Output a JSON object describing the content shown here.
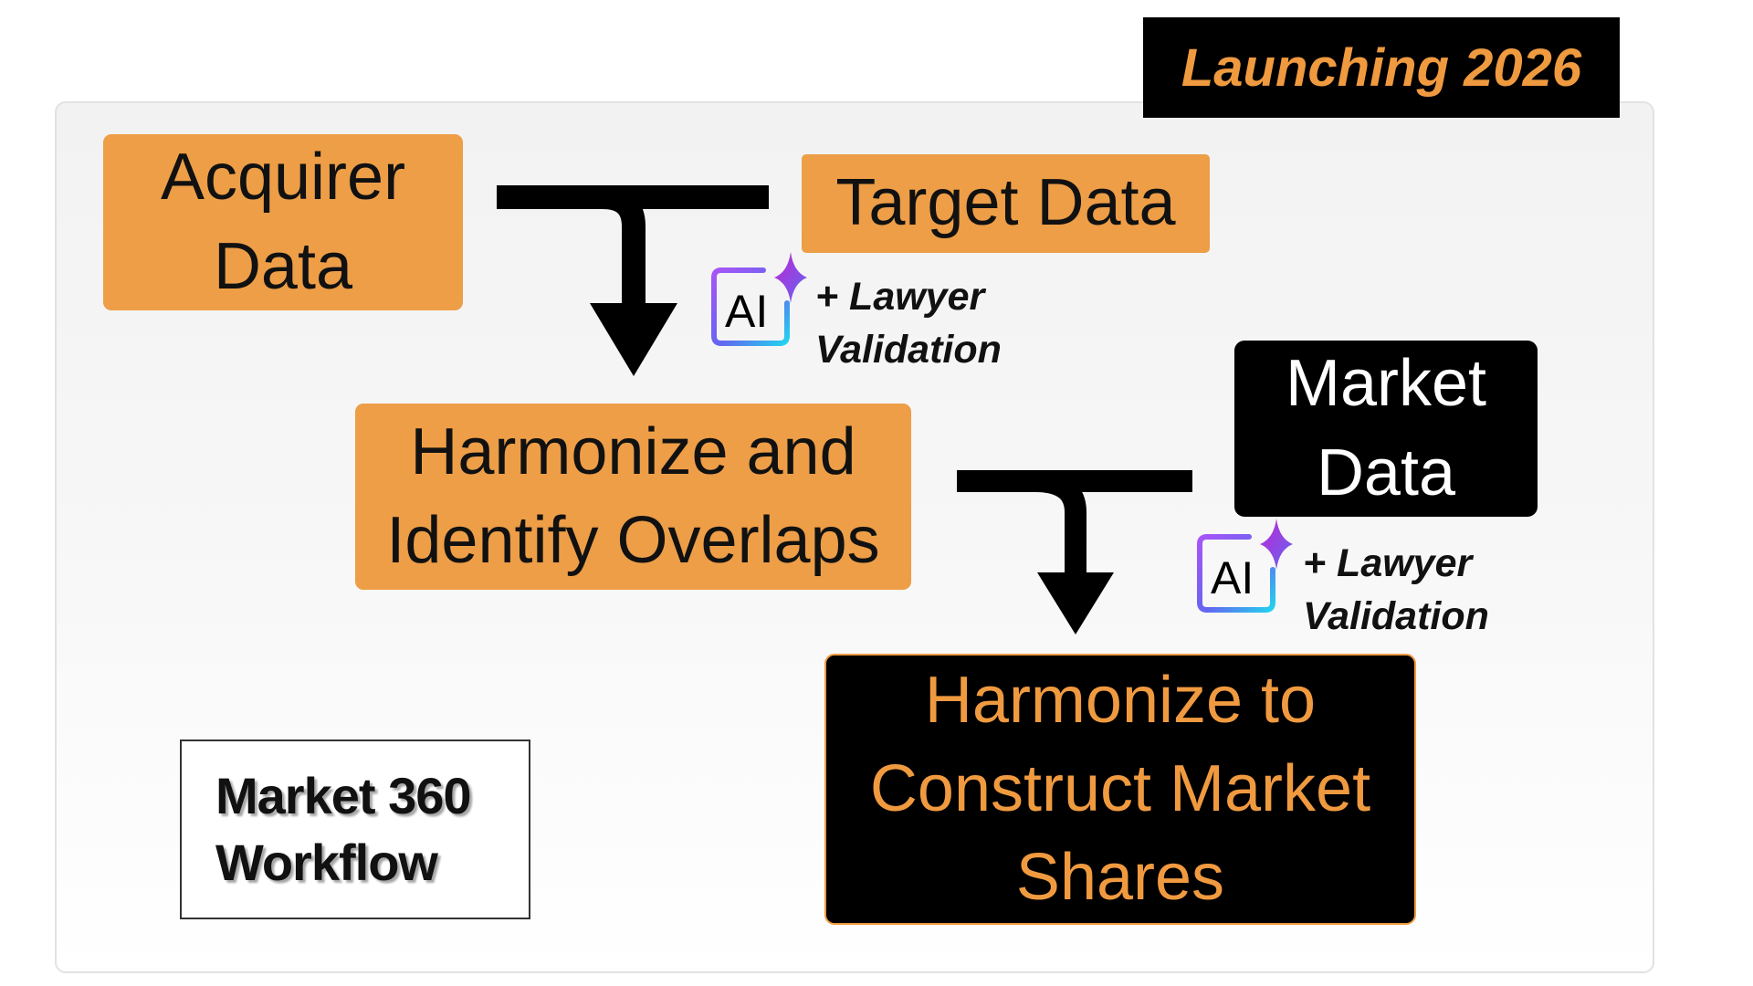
{
  "badge": {
    "text": "Launching 2026"
  },
  "nodes": {
    "acquirer": {
      "line1": "Acquirer",
      "line2": "Data"
    },
    "target": {
      "text": "Target Data"
    },
    "harmonize_overlaps": {
      "line1": "Harmonize and",
      "line2": "Identify Overlaps"
    },
    "market": {
      "line1": "Market",
      "line2": "Data"
    },
    "market_shares": {
      "line1": "Harmonize to",
      "line2": "Construct Market",
      "line3": "Shares"
    }
  },
  "validation": [
    {
      "ai": "AI",
      "label": "+ Lawyer\nValidation"
    },
    {
      "ai": "AI",
      "label": "+ Lawyer\nValidation"
    }
  ],
  "workflow_label": {
    "line1": "Market 360",
    "line2": "Workflow"
  },
  "colors": {
    "orange": "#ed9e47",
    "black": "#000000",
    "accent_text": "#f09a40",
    "ai_gradient_start": "#a855f7",
    "ai_gradient_end": "#22d3ee"
  },
  "icons": [
    "ai-sparkle-icon",
    "merge-arrow-icon"
  ]
}
